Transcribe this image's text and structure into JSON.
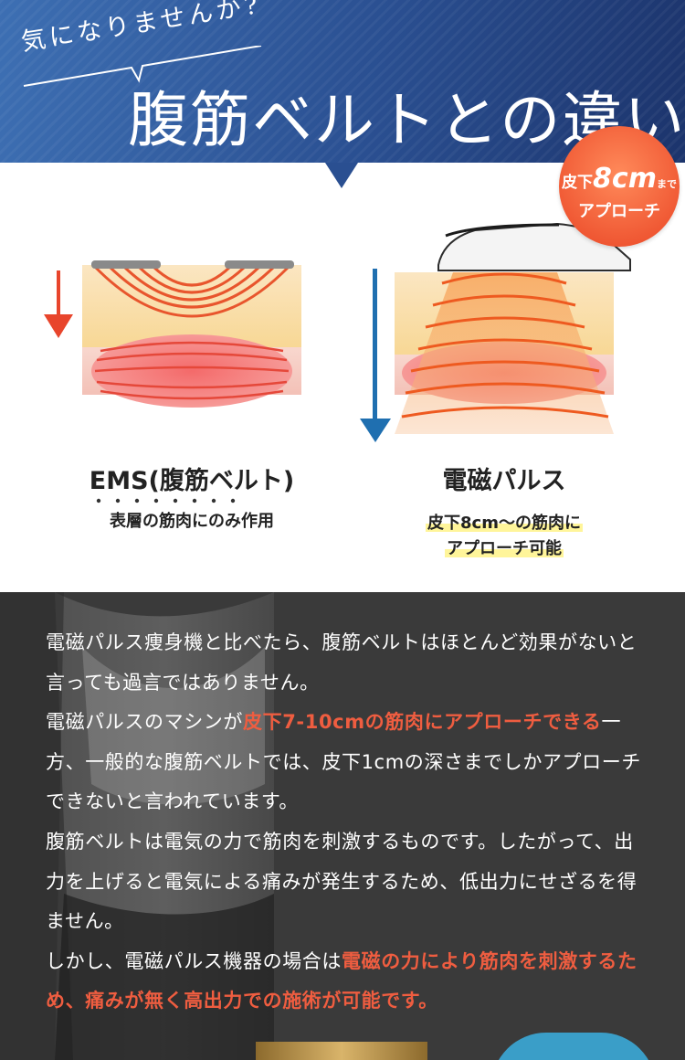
{
  "header": {
    "subtitle": "気になりませんか?",
    "title": "腹筋ベルトとの違い"
  },
  "badge": {
    "line1_prefix": "皮下",
    "line1_value": "8cm",
    "line1_suffix": "まで",
    "line2": "アプローチ"
  },
  "left_column": {
    "title": "EMS(腹筋ベルト)",
    "caption": "表層の筋肉にのみ作用"
  },
  "right_column": {
    "title": "電磁パルス",
    "caption_line1": "皮下8cm～の筋肉に",
    "caption_line2": "アプローチ可能"
  },
  "body": {
    "p1": "電磁パルス痩身機と比べたら、腹筋ベルトはほとんど効果がないと言っても過言ではありません。",
    "p2_before": "電磁パルスのマシンが",
    "p2_accent": "皮下7-10cmの筋肉にアプローチできる",
    "p2_after": "一方、一般的な腹筋ベルトでは、皮下1cmの深さまでしかアプローチできないと言われています。",
    "p3": "腹筋ベルトは電気の力で筋肉を刺激するものです。したがって、出力を上げると電気による痛みが発生するため、低出力にせざるを得ません。",
    "p4_before": "しかし、電磁パルス機器の場合は",
    "p4_accent": "電磁の力により筋肉を刺激するため、痛みが無く高出力での施術が可能です。"
  },
  "colors": {
    "header_blue": "#2a4f91",
    "badge_orange": "#ef5632",
    "accent_red": "#ef5d40",
    "arrow_red": "#e8452c",
    "arrow_blue": "#1f6fb0",
    "dark_bg": "#3a3a3a"
  }
}
